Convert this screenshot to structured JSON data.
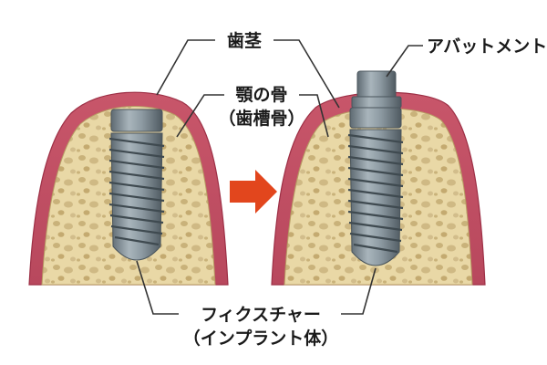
{
  "labels": {
    "gum": "歯茎",
    "jawbone_line1": "顎の骨",
    "jawbone_line2": "（歯槽骨）",
    "abutment": "アバットメント",
    "fixture_line1": "フィクスチャー",
    "fixture_line2": "（インプラント体）"
  },
  "icons": {
    "arrow": "right-arrow-icon"
  },
  "colors": {
    "gum": "#c8566a",
    "gum_dark": "#a8354a",
    "bone": "#e9d8a6",
    "bone_spot": "#c9b27a",
    "metal": "#8d9aa2",
    "metal_dark": "#5e6a72",
    "arrow": "#e2461d"
  }
}
